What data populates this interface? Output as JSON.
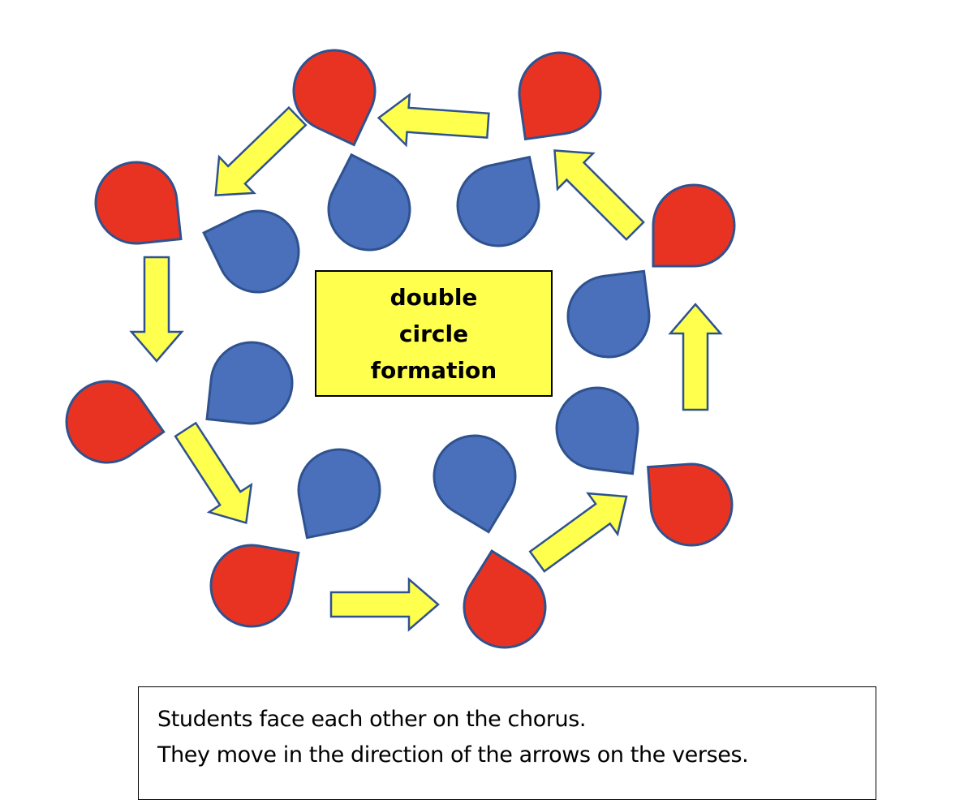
{
  "title_box": {
    "lines": [
      "double",
      "circle",
      "formation"
    ]
  },
  "note": {
    "lines": [
      "Students face each other on the chorus.",
      "They move in the direction of the arrows on the verses."
    ]
  },
  "colors": {
    "outer_circle": "#E83323",
    "inner_circle": "#4A70BB",
    "outline": "#2F528F",
    "arrow": "#FFFF4D"
  },
  "outer_students_count": 8,
  "inner_students_count": 8,
  "arrows_count": 8
}
